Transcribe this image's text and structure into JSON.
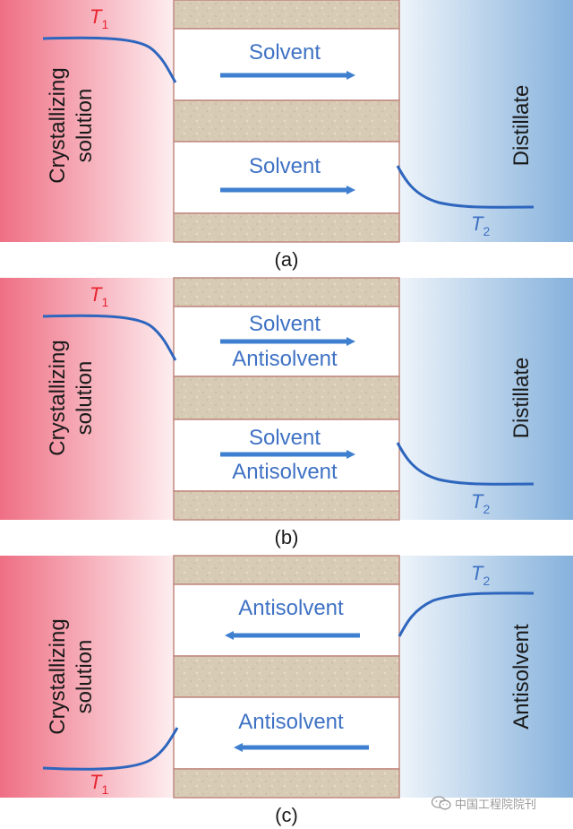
{
  "panels": [
    {
      "caption": "(a)",
      "left_label_line1": "Crystallizing",
      "left_label_line2": "solution",
      "right_label": "Distillate",
      "t_left": "T",
      "t_left_sub": "1",
      "t_right": "T",
      "t_right_sub": "2",
      "channels": [
        {
          "line1": "Solvent",
          "line2": "",
          "direction": "right"
        },
        {
          "line1": "Solvent",
          "line2": "",
          "direction": "right"
        }
      ]
    },
    {
      "caption": "(b)",
      "left_label_line1": "Crystallizing",
      "left_label_line2": "solution",
      "right_label": "Distillate",
      "t_left": "T",
      "t_left_sub": "1",
      "t_right": "T",
      "t_right_sub": "2",
      "channels": [
        {
          "line1": "Solvent",
          "line2": "Antisolvent",
          "direction": "right"
        },
        {
          "line1": "Solvent",
          "line2": "Antisolvent",
          "direction": "right"
        }
      ]
    },
    {
      "caption": "(c)",
      "left_label_line1": "Crystallizing",
      "left_label_line2": "solution",
      "right_label": "Antisolvent",
      "t_left": "T",
      "t_left_sub": "1",
      "t_right": "T",
      "t_right_sub": "2",
      "channels": [
        {
          "line1": "Antisolvent",
          "line2": "",
          "direction": "left"
        },
        {
          "line1": "Antisolvent",
          "line2": "",
          "direction": "left"
        }
      ]
    }
  ],
  "colors": {
    "left_gradient_start": "#ef6f84",
    "left_gradient_end": "#fdeef0",
    "right_gradient_start": "#eef4fa",
    "right_gradient_end": "#86b2dc",
    "membrane": "#d8cbb5",
    "membrane_border": "#c08a80",
    "arrow": "#3f7fcf",
    "text_blue": "#3f72c4",
    "t1_red": "#e8232e",
    "t2_blue": "#3f72c4",
    "label_dark": "#1a1a1a"
  },
  "watermark": {
    "icon": "wechat-icon",
    "text": "中国工程院院刊"
  }
}
